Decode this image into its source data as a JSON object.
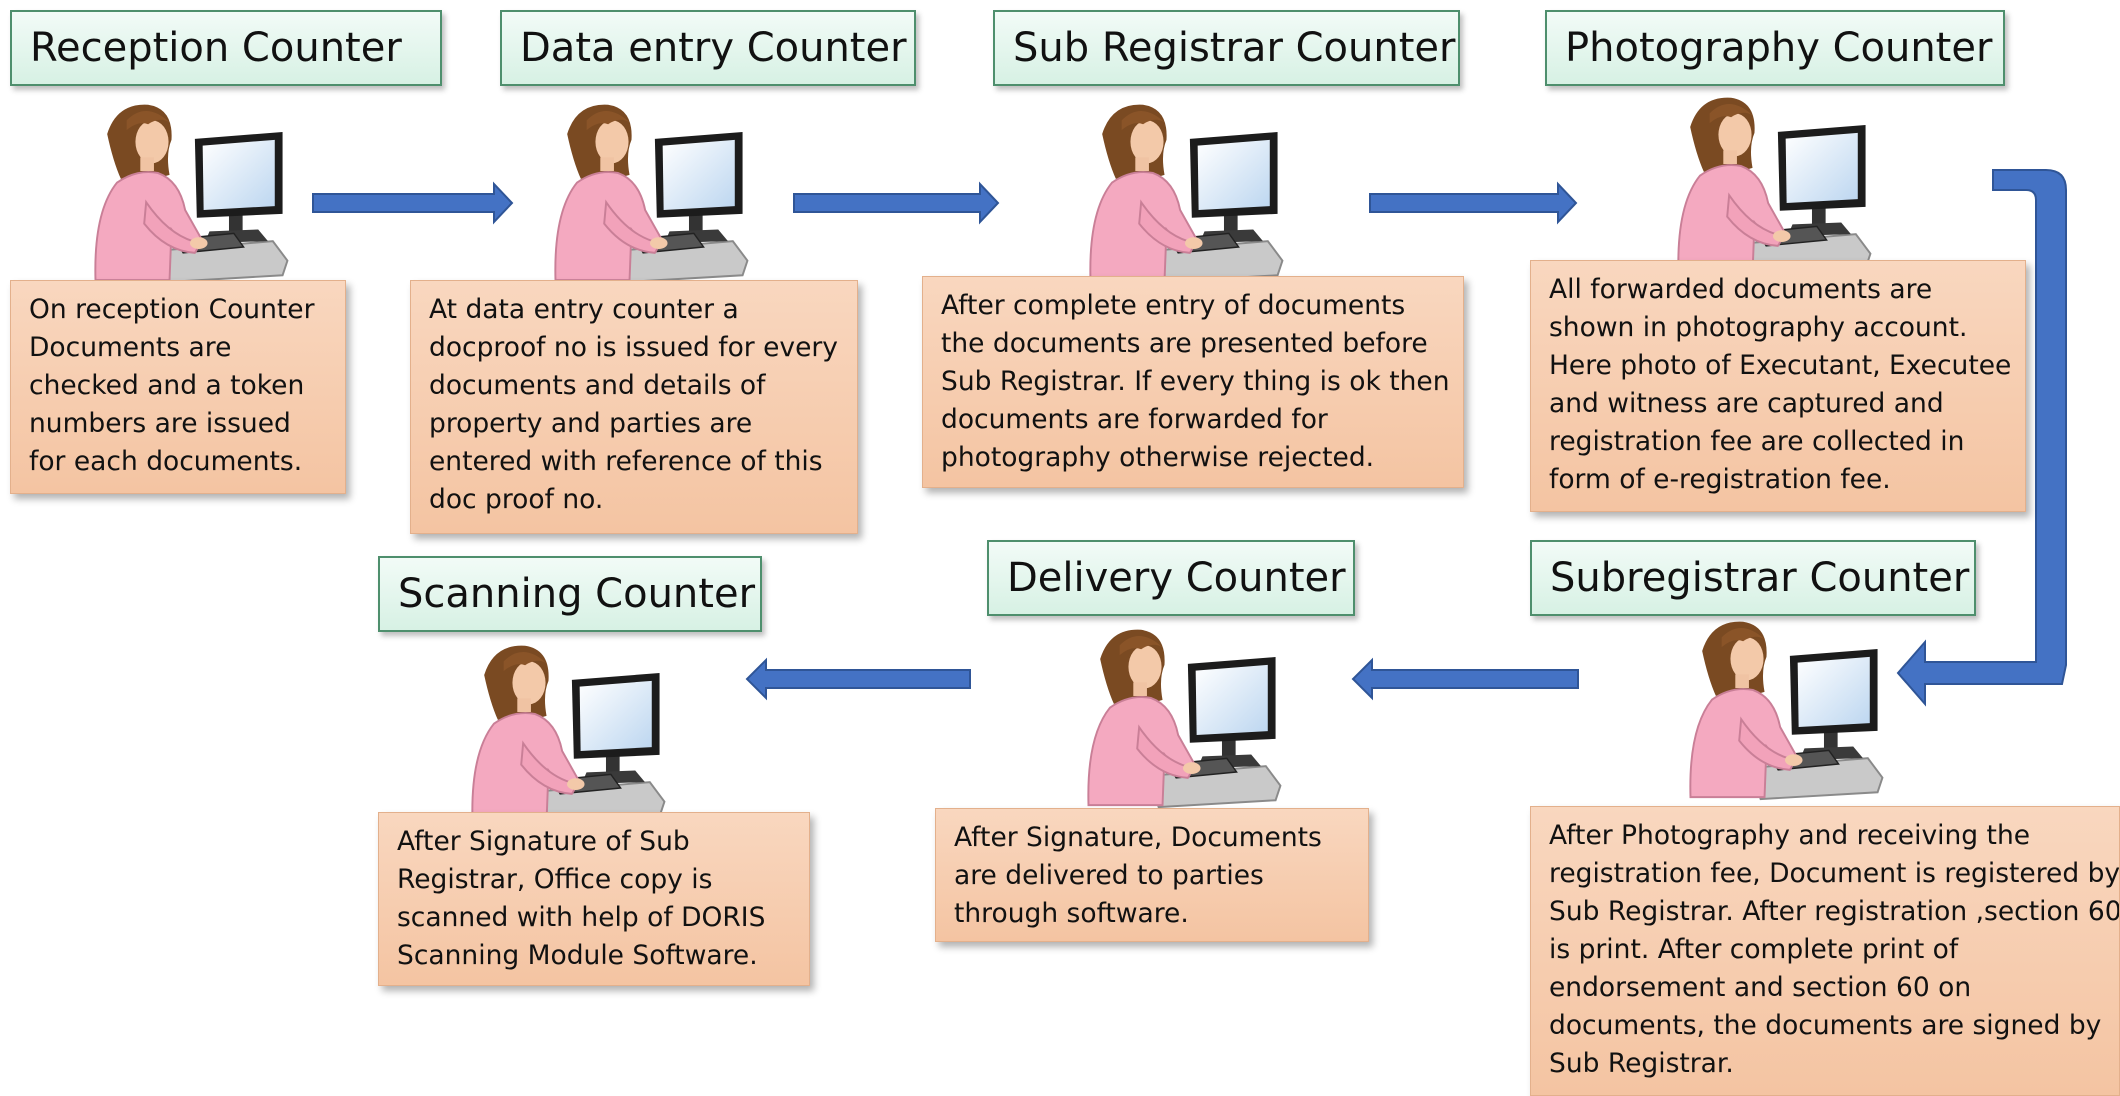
{
  "colors": {
    "arrow": "#4472c4",
    "title_bg": "#d7f1e4",
    "title_border": "#4e8f6d",
    "desc_bg": "#f6c9a8"
  },
  "counters": [
    {
      "id": "reception",
      "title": "Reception Counter",
      "icon": "computer-operator-icon",
      "description": [
        "On reception Counter",
        "Documents are",
        "checked and  a token",
        "numbers are issued",
        "for each documents."
      ]
    },
    {
      "id": "data-entry",
      "title": "Data entry Counter",
      "icon": "computer-operator-icon",
      "description": [
        "At data entry counter a",
        "docproof no is issued for every",
        "documents and details of",
        "property and parties are",
        "entered with reference of this",
        "doc proof no."
      ]
    },
    {
      "id": "sub-registrar",
      "title": "Sub Registrar Counter",
      "icon": "computer-operator-icon",
      "description": [
        "After complete entry of documents",
        "the documents are presented before",
        "Sub Registrar. If every thing  is ok then",
        "documents are forwarded  for",
        "photography otherwise rejected."
      ]
    },
    {
      "id": "photography",
      "title": "Photography Counter",
      "icon": "computer-operator-icon",
      "description": [
        "All forwarded documents are",
        "shown in photography account.",
        "Here photo of Executant, Executee",
        "and witness are captured and",
        "registration fee are collected in",
        "form of e-registration fee."
      ]
    },
    {
      "id": "subregistrar",
      "title": "Subregistrar Counter",
      "icon": "computer-operator-icon",
      "description": [
        "After Photography  and receiving the",
        "registration fee, Document is registered by",
        "Sub Registrar. After registration ,section 60",
        "is print. After complete print of",
        "endorsement and section 60 on",
        "documents, the documents are signed by",
        "Sub Registrar."
      ]
    },
    {
      "id": "delivery",
      "title": "Delivery Counter",
      "icon": "computer-operator-icon",
      "description": [
        "After Signature, Documents",
        "are delivered to parties",
        "through software."
      ]
    },
    {
      "id": "scanning",
      "title": "Scanning Counter",
      "icon": "computer-operator-icon",
      "description": [
        "After Signature of Sub",
        "Registrar, Office copy is",
        "scanned with help of DORIS",
        "Scanning Module Software."
      ]
    }
  ]
}
